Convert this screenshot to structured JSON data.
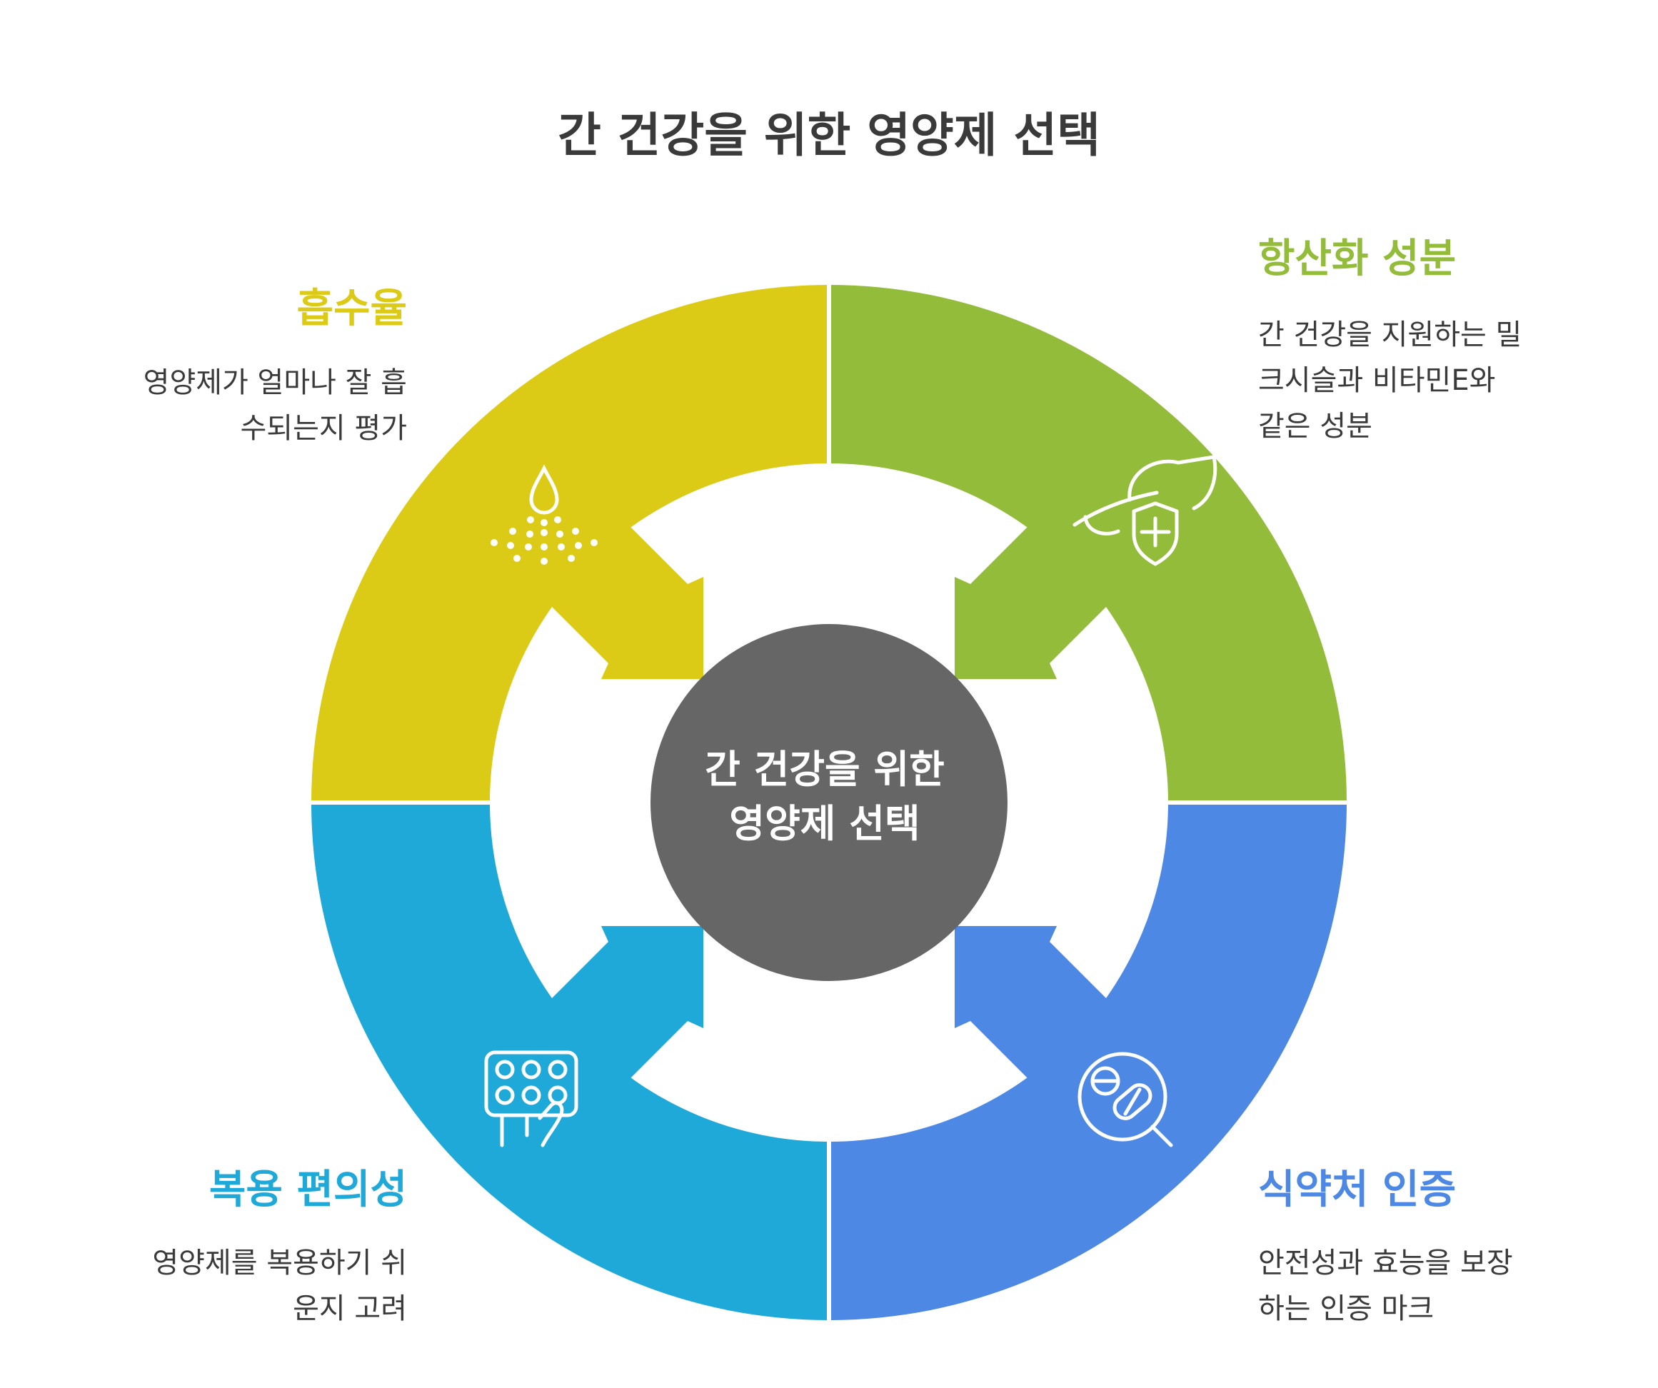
{
  "title": "간 건강을 위한 영양제 선택",
  "center": {
    "label": "간 건강을 위한\n영양제 선택"
  },
  "colors": {
    "absorption": "#DCCB16",
    "antioxidant": "#93BC3A",
    "convenience": "#1FA9D9",
    "certification": "#4C88E4",
    "center": "#666666",
    "text": "#3a3a3a"
  },
  "segments": {
    "absorption": {
      "title": "흡수율",
      "description": "영양제가 얼마나 잘 흡\n수되는지 평가",
      "icon": "water-drop-absorption-icon"
    },
    "antioxidant": {
      "title": "항산화 성분",
      "description": "간 건강을 지원하는 밀\n크시슬과 비타민E와\n같은 성분",
      "icon": "leaf-shield-plus-icon"
    },
    "convenience": {
      "title": "복용 편의성",
      "description": "영양제를 복용하기 쉬\n운지 고려",
      "icon": "pill-blister-hand-icon"
    },
    "certification": {
      "title": "식약처 인증",
      "description": "안전성과 효능을 보장\n하는 인증 마크",
      "icon": "pill-magnifier-icon"
    }
  }
}
